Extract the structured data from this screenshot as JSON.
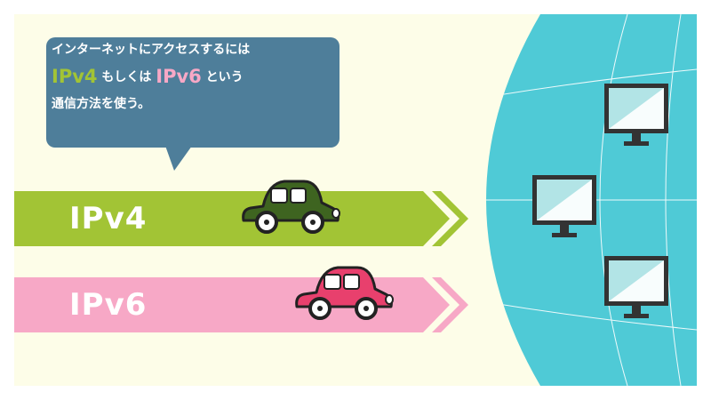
{
  "bubble": {
    "line1": "インターネットにアクセスするには",
    "ipv4": "IPv4",
    "mid": "もしくは",
    "ipv6": "IPv6",
    "end": "という",
    "line3": "通信方法を使う。"
  },
  "lanes": {
    "ipv4_label": "IPv4",
    "ipv6_label": "IPv6"
  },
  "colors": {
    "panel_bg": "#fdfde8",
    "globe": "#4fcad6",
    "ipv4_lane": "#a2c435",
    "ipv6_lane": "#f7a8c6",
    "bubble_bg": "#4e7e9a",
    "ipv4_car": "#3e6420",
    "ipv6_car": "#e8406d"
  },
  "icons": {
    "monitors": [
      "monitor-icon",
      "monitor-icon",
      "monitor-icon"
    ],
    "cars": [
      "car-icon",
      "car-icon"
    ]
  }
}
